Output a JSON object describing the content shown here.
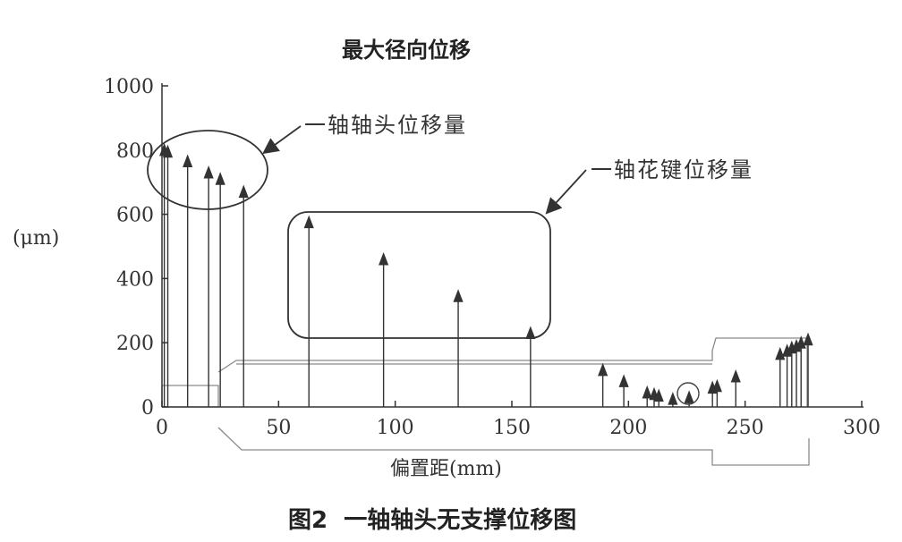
{
  "chart_data": {
    "type": "bar",
    "title": "最大径向位移",
    "xlabel": "偏置距(mm)",
    "ylabel": "(μm)",
    "caption": "图2  一轴轴头无支撑位移图",
    "xlim": [
      0,
      300
    ],
    "ylim": [
      0,
      1000
    ],
    "xticks": [
      "0",
      "50",
      "100",
      "150",
      "200",
      "250",
      "300"
    ],
    "yticks": [
      "0",
      "200",
      "400",
      "600",
      "800",
      "1000"
    ],
    "annotations": [
      {
        "label": "一轴轴头位移量"
      },
      {
        "label": "一轴花键位移量"
      }
    ],
    "points": [
      {
        "x": 1,
        "y": 805
      },
      {
        "x": 2.5,
        "y": 800
      },
      {
        "x": 11,
        "y": 770
      },
      {
        "x": 20,
        "y": 735
      },
      {
        "x": 25,
        "y": 715
      },
      {
        "x": 35,
        "y": 675
      },
      {
        "x": 63,
        "y": 580
      },
      {
        "x": 95,
        "y": 465
      },
      {
        "x": 127,
        "y": 350
      },
      {
        "x": 158,
        "y": 235
      },
      {
        "x": 189,
        "y": 120
      },
      {
        "x": 198,
        "y": 85
      },
      {
        "x": 208,
        "y": 50
      },
      {
        "x": 211,
        "y": 45
      },
      {
        "x": 213,
        "y": 40
      },
      {
        "x": 219,
        "y": 30
      },
      {
        "x": 226,
        "y": 35
      },
      {
        "x": 236,
        "y": 65
      },
      {
        "x": 238,
        "y": 70
      },
      {
        "x": 246,
        "y": 100
      },
      {
        "x": 265,
        "y": 170
      },
      {
        "x": 268,
        "y": 180
      },
      {
        "x": 270,
        "y": 190
      },
      {
        "x": 272,
        "y": 195
      },
      {
        "x": 274,
        "y": 205
      },
      {
        "x": 277,
        "y": 215
      }
    ]
  }
}
